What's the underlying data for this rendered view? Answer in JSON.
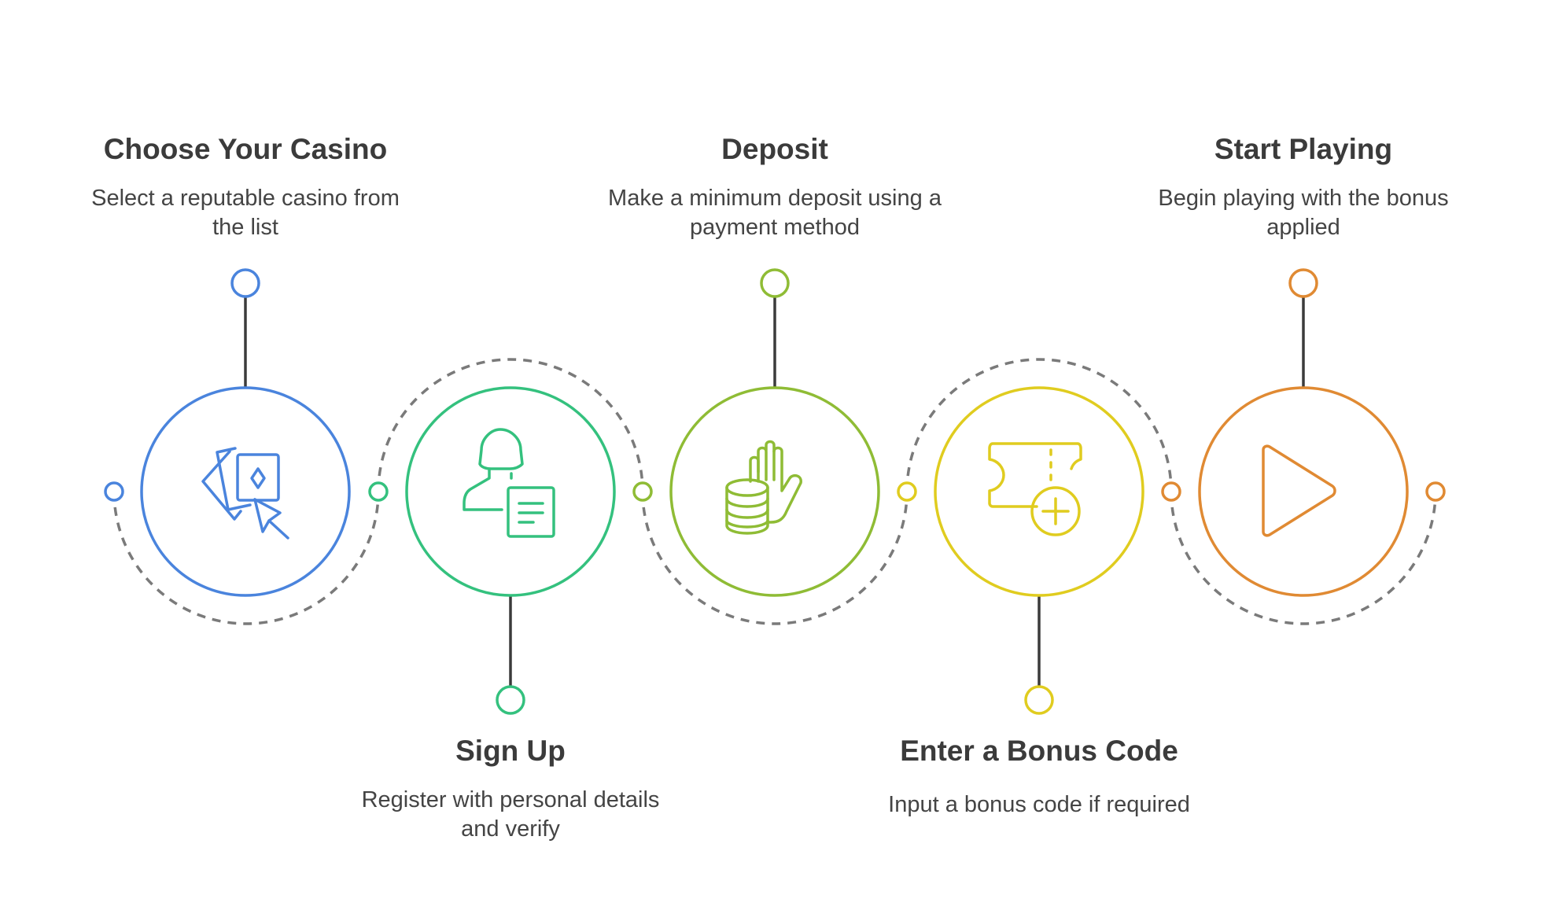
{
  "steps": [
    {
      "title": "Choose Your Casino",
      "description": "Select a reputable casino from the list",
      "color": "#4a84dd",
      "icon": "cards-cursor-icon",
      "label_position": "top"
    },
    {
      "title": "Sign Up",
      "description": "Register with personal details and verify",
      "color": "#34c17e",
      "icon": "user-form-icon",
      "label_position": "bottom"
    },
    {
      "title": "Deposit",
      "description": "Make a minimum deposit using a payment method",
      "color": "#8fbc35",
      "icon": "coins-hand-icon",
      "label_position": "top"
    },
    {
      "title": "Enter a Bonus Code",
      "description": "Input a bonus code if required",
      "color": "#e0cc1f",
      "icon": "ticket-plus-icon",
      "label_position": "bottom"
    },
    {
      "title": "Start Playing",
      "description": "Begin playing with the bonus applied",
      "color": "#e08a33",
      "icon": "play-icon",
      "label_position": "top"
    }
  ],
  "connector_color": "#3b3b3b",
  "dashed_arc_color": "#7a7a7a"
}
